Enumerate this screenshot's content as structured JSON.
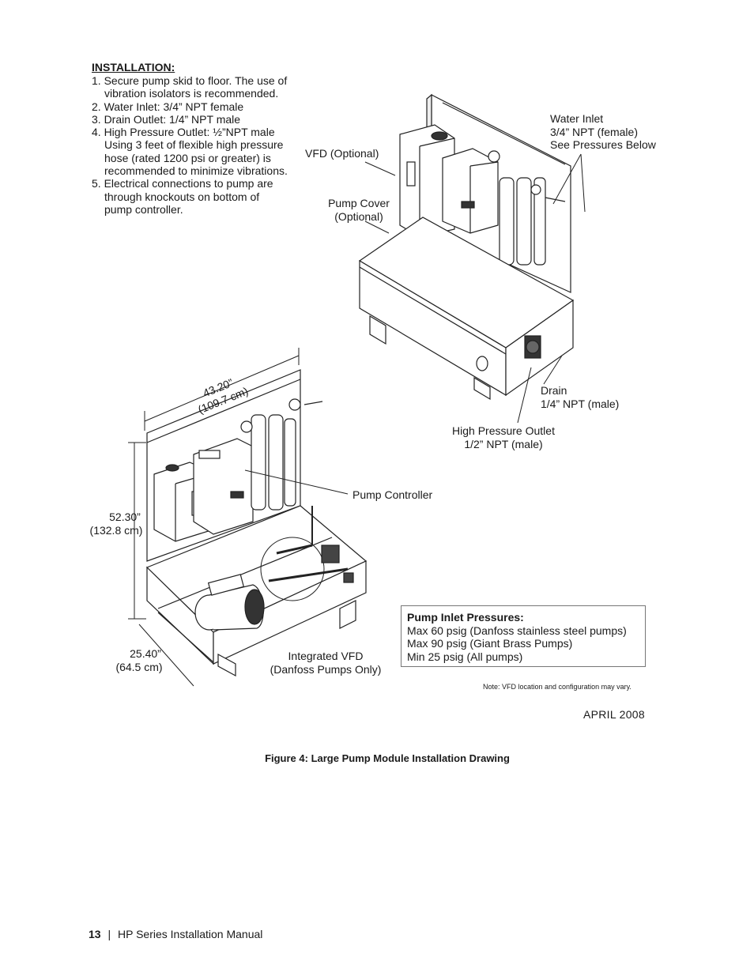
{
  "installation": {
    "title": "INSTALLATION:",
    "lines": [
      "1. Secure pump skid to floor.  The use of",
      "    vibration isolators is recommended.",
      "2. Water Inlet: 3/4” NPT female",
      "3. Drain Outlet: 1/4” NPT male",
      "4. High Pressure Outlet: ½”NPT male",
      "    Using 3 feet of flexible high pressure",
      "    hose (rated 1200 psi or greater) is",
      "    recommended to minimize vibrations.",
      "5. Electrical connections to pump are",
      "    through knockouts on bottom of",
      "    pump controller."
    ]
  },
  "labels": {
    "vfd_optional": "VFD (Optional)",
    "pump_cover_1": "Pump Cover",
    "pump_cover_2": "(Optional)",
    "water_inlet_1": "Water Inlet",
    "water_inlet_2": "3/4” NPT (female)",
    "water_inlet_3": "See Pressures Below",
    "drain_1": "Drain",
    "drain_2": "1/4” NPT (male)",
    "hp_outlet_1": "High Pressure Outlet",
    "hp_outlet_2": "1/2” NPT (male)",
    "pump_controller": "Pump Controller",
    "width_in": "43.20”",
    "width_cm": "(109.7 cm)",
    "height_in": "52.30”",
    "height_cm": "(132.8 cm)",
    "depth_in": "25.40”",
    "depth_cm": "(64.5 cm)",
    "integrated_vfd_1": "Integrated VFD",
    "integrated_vfd_2": "(Danfoss Pumps Only)"
  },
  "pressures": {
    "title": "Pump Inlet Pressures:",
    "lines": [
      "Max 60 psig (Danfoss stainless steel pumps)",
      "Max 90 psig (Giant Brass Pumps)",
      "Min 25 psig (All pumps)"
    ]
  },
  "note": "Note: VFD location and configuration may vary.",
  "date": "APRIL 2008",
  "caption": "Figure 4: Large Pump Module Installation Drawing",
  "footer": {
    "page_number": "13",
    "separator": "|",
    "title": "HP Series Installation Manual"
  }
}
